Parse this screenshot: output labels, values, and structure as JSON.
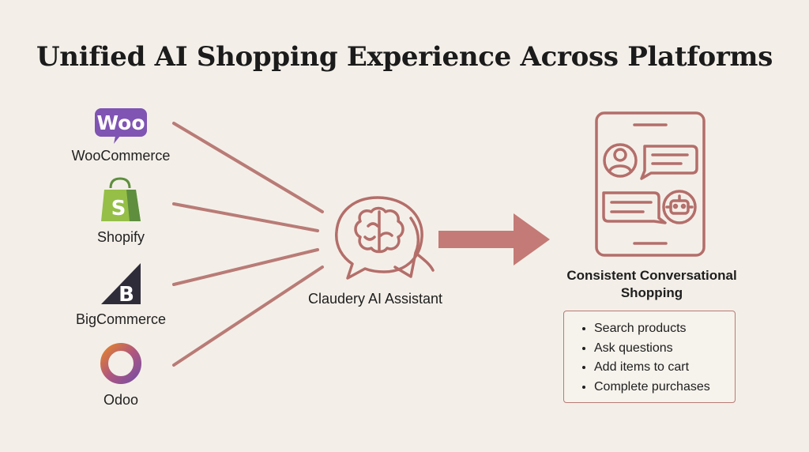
{
  "title": "Unified AI Shopping Experience Across Platforms",
  "platforms": [
    {
      "label": "WooCommerce",
      "icon": "woocommerce-logo-icon",
      "logo_text": "Woo"
    },
    {
      "label": "Shopify",
      "icon": "shopify-bag-icon",
      "logo_text": "S"
    },
    {
      "label": "BigCommerce",
      "icon": "bigcommerce-logo-icon",
      "logo_text": "B"
    },
    {
      "label": "Odoo",
      "icon": "odoo-ring-icon"
    }
  ],
  "assistant": {
    "label": "Claudery AI Assistant",
    "icon": "brain-chat-icon"
  },
  "result": {
    "title_line1": "Consistent Conversational",
    "title_line2": "Shopping",
    "icon": "tablet-chat-icon",
    "features": [
      "Search products",
      "Ask questions",
      "Add items to cart",
      "Complete purchases"
    ]
  },
  "colors": {
    "accent": "#b46e6a",
    "arrow": "#c47a76",
    "woocommerce": "#7f54b3",
    "shopify": "#95bf47",
    "bigcommerce": "#34313f",
    "background": "#f3efe8"
  }
}
